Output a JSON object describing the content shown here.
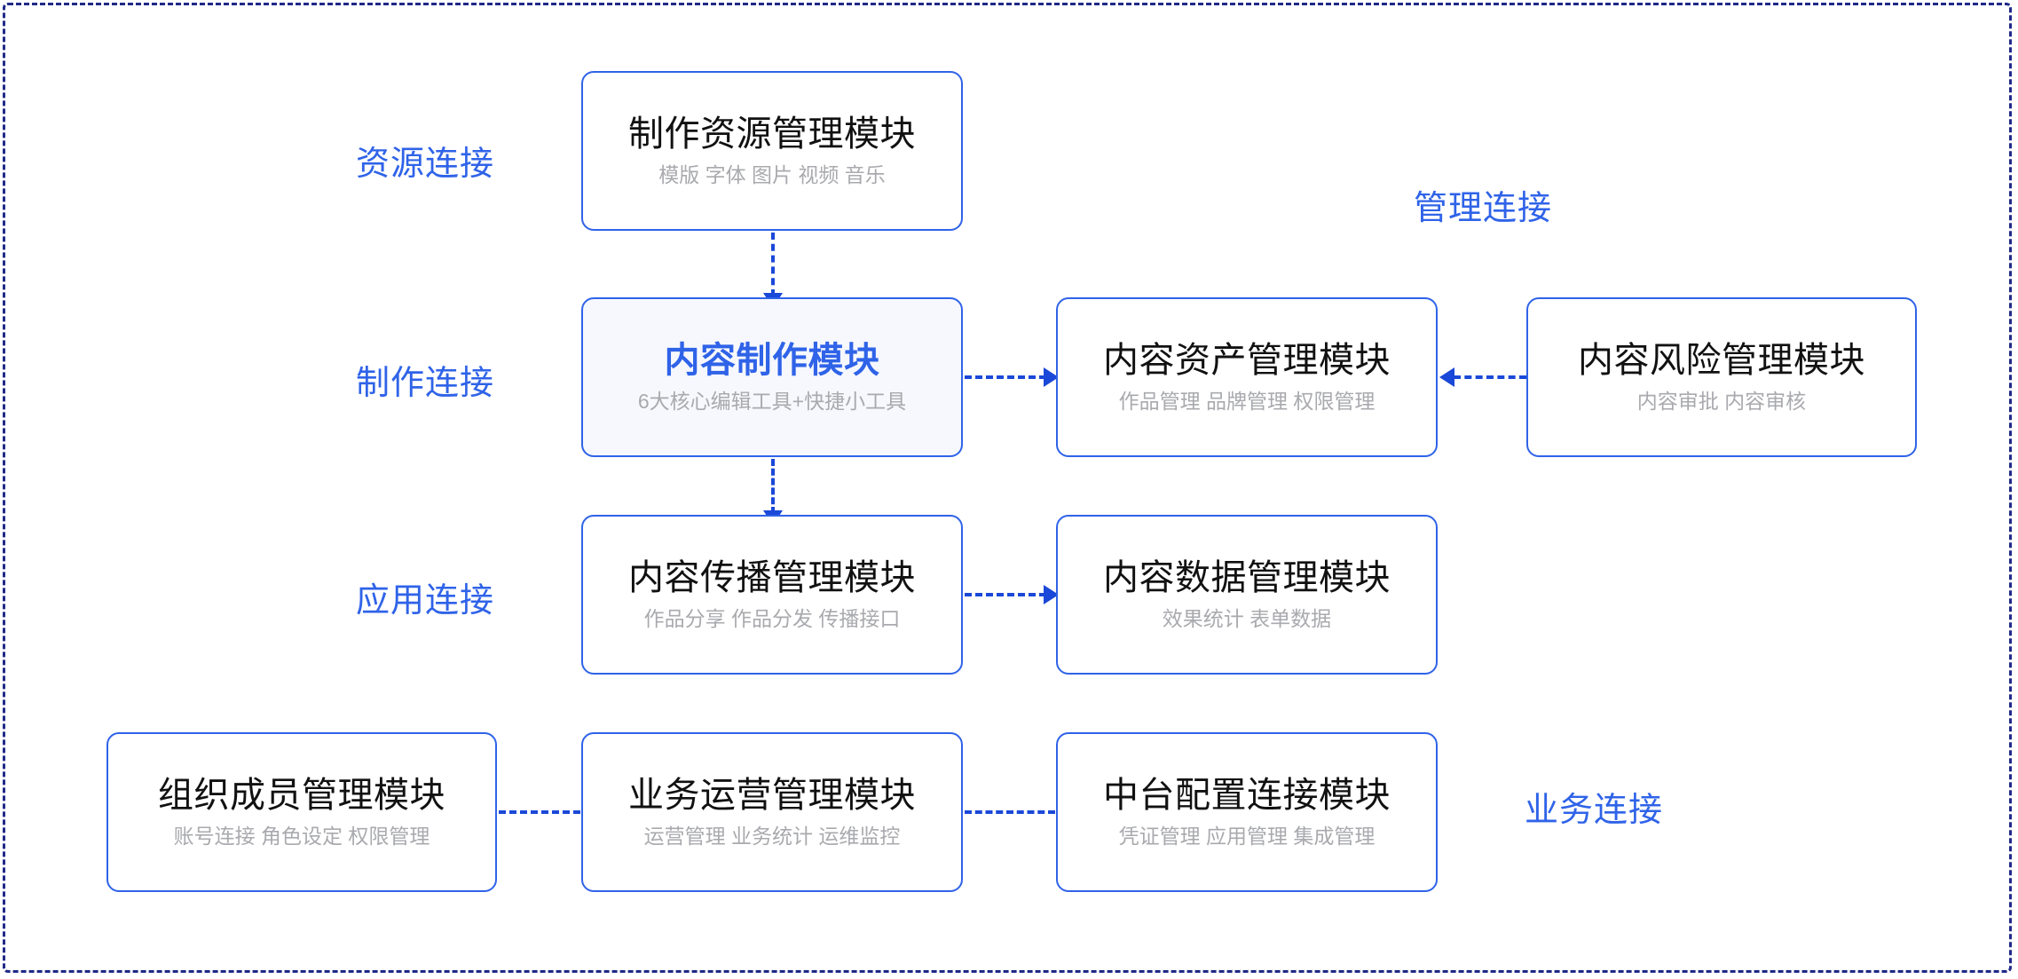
{
  "diagram": {
    "type": "block-diagram",
    "accent_color": "#2f63e8",
    "connector_color": "#1a48d8",
    "frame_color": "#1f2a86",
    "subtitle_color": "#a9aaae",
    "title_color": "#111111"
  },
  "side_labels": [
    {
      "key": "resource",
      "label": "资源连接"
    },
    {
      "key": "production",
      "label": "制作连接"
    },
    {
      "key": "application",
      "label": "应用连接"
    },
    {
      "key": "management",
      "label": "管理连接"
    },
    {
      "key": "business",
      "label": "业务连接"
    }
  ],
  "nodes": [
    {
      "key": "resource-management",
      "title": "制作资源管理模块",
      "subtitle": "模版 字体 图片 视频 音乐",
      "accent": false
    },
    {
      "key": "content-production",
      "title": "内容制作模块",
      "subtitle": "6大核心编辑工具+快捷小工具",
      "accent": true
    },
    {
      "key": "content-asset-management",
      "title": "内容资产管理模块",
      "subtitle": "作品管理 品牌管理 权限管理",
      "accent": false
    },
    {
      "key": "content-risk-management",
      "title": "内容风险管理模块",
      "subtitle": "内容审批 内容审核",
      "accent": false
    },
    {
      "key": "content-distribution-management",
      "title": "内容传播管理模块",
      "subtitle": "作品分享 作品分发 传播接口",
      "accent": false
    },
    {
      "key": "content-data-management",
      "title": "内容数据管理模块",
      "subtitle": "效果统计 表单数据",
      "accent": false
    },
    {
      "key": "organization-member-management",
      "title": "组织成员管理模块",
      "subtitle": "账号连接 角色设定 权限管理",
      "accent": false
    },
    {
      "key": "business-operation-management",
      "title": "业务运营管理模块",
      "subtitle": "运营管理 业务统计 运维监控",
      "accent": false
    },
    {
      "key": "platform-config-connection",
      "title": "中台配置连接模块",
      "subtitle": "凭证管理 应用管理 集成管理",
      "accent": false
    }
  ],
  "connections": [
    {
      "key": "resource-to-production",
      "from": "resource-management",
      "to": "content-production",
      "direction": "down",
      "style": "dashed",
      "arrow": true
    },
    {
      "key": "production-to-asset",
      "from": "content-production",
      "to": "content-asset-management",
      "direction": "right",
      "style": "dashed",
      "arrow": true
    },
    {
      "key": "risk-to-asset",
      "from": "content-risk-management",
      "to": "content-asset-management",
      "direction": "left",
      "style": "dashed",
      "arrow": true
    },
    {
      "key": "production-to-distribution",
      "from": "content-production",
      "to": "content-distribution-management",
      "direction": "down",
      "style": "dashed",
      "arrow": true
    },
    {
      "key": "distribution-to-data",
      "from": "content-distribution-management",
      "to": "content-data-management",
      "direction": "right",
      "style": "dashed",
      "arrow": true
    },
    {
      "key": "member-to-operation",
      "from": "organization-member-management",
      "to": "business-operation-management",
      "direction": "right",
      "style": "dashed",
      "arrow": false
    },
    {
      "key": "operation-to-platform",
      "from": "business-operation-management",
      "to": "platform-config-connection",
      "direction": "right",
      "style": "dashed",
      "arrow": false
    }
  ]
}
